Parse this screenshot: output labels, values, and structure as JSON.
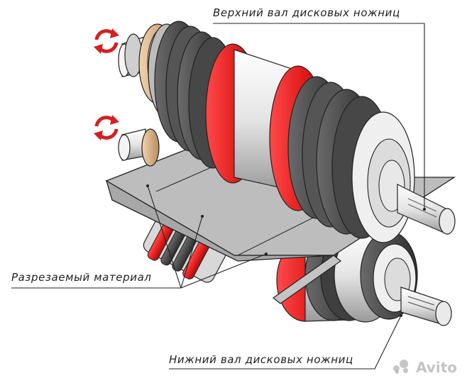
{
  "labels": {
    "top_shaft": "Верхний вал дисковых ножниц",
    "material": "Разрезаемый материал",
    "bottom_shaft": "Нижний вал дисковых ножниц"
  },
  "icons": {
    "rotation": "rotate-arrows-icon"
  },
  "watermark": {
    "text": "Avito"
  },
  "colors": {
    "blade_red": "#e01a1a",
    "disc_dark": "#4a4a4a",
    "shaft_light": "#e6e6e6",
    "material_gray": "#b4b4b4",
    "bearing_tan": "#d9b48a"
  }
}
